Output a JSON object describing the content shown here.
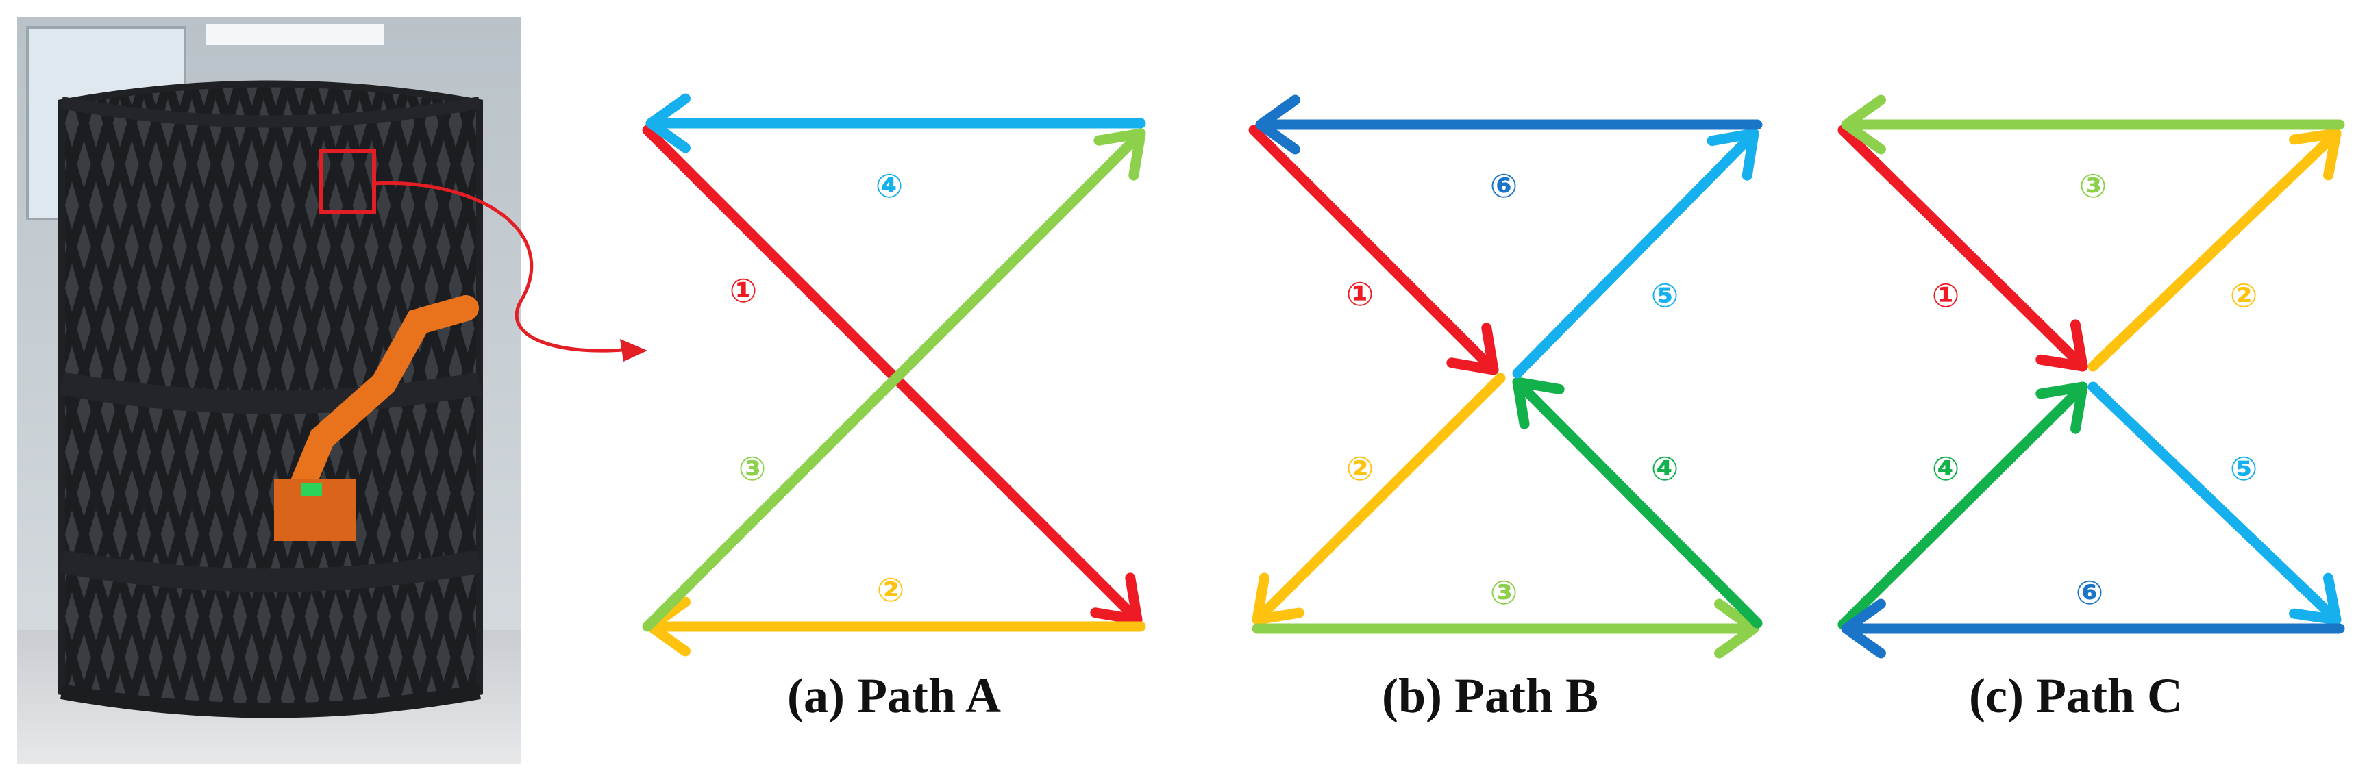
{
  "colors": {
    "red": "#ef1b24",
    "light_blue": "#17b0ee",
    "light_green": "#8cd04b",
    "yellow": "#ffc20e",
    "green": "#12b14c",
    "dark_blue": "#1a75c9",
    "callout_red": "#e31e24"
  },
  "photo": {
    "description_icon": "lattice-cylinder-photo"
  },
  "panels": [
    {
      "caption": "(a) Path A",
      "labels": [
        "①",
        "②",
        "③",
        "④"
      ]
    },
    {
      "caption": "(b) Path B",
      "labels": [
        "①",
        "②",
        "③",
        "④",
        "⑤",
        "⑥"
      ]
    },
    {
      "caption": "(c) Path C",
      "labels": [
        "①",
        "②",
        "③",
        "④",
        "⑤",
        "⑥"
      ]
    }
  ]
}
